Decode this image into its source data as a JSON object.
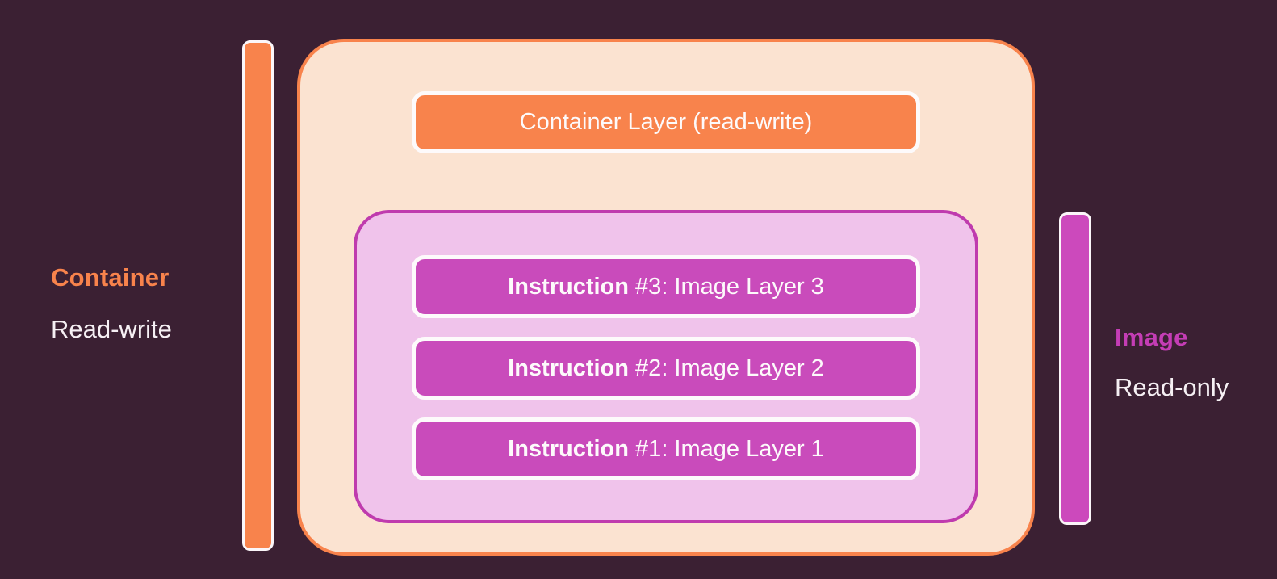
{
  "palette": {
    "background": "#3B2033",
    "orange": "#F8834C",
    "peach_fill": "#FBE3D1",
    "pink_fill": "#F0C3EB",
    "magenta_fill": "#C94BBB",
    "magenta_border": "#BF3BAE",
    "magenta_label": "#C43DB5",
    "white_text": "#F6F0F4"
  },
  "left_label": {
    "title": "Container",
    "subtitle": "Read-write"
  },
  "right_label": {
    "title": "Image",
    "subtitle": "Read-only"
  },
  "container_box": {
    "layer_label": "Container Layer (read-write)"
  },
  "image_box": {
    "instructions": [
      {
        "bold": "Instruction",
        "rest": " #3: Image Layer 3"
      },
      {
        "bold": "Instruction",
        "rest": " #2: Image Layer 2"
      },
      {
        "bold": "Instruction",
        "rest": " #1: Image Layer 1"
      }
    ]
  }
}
